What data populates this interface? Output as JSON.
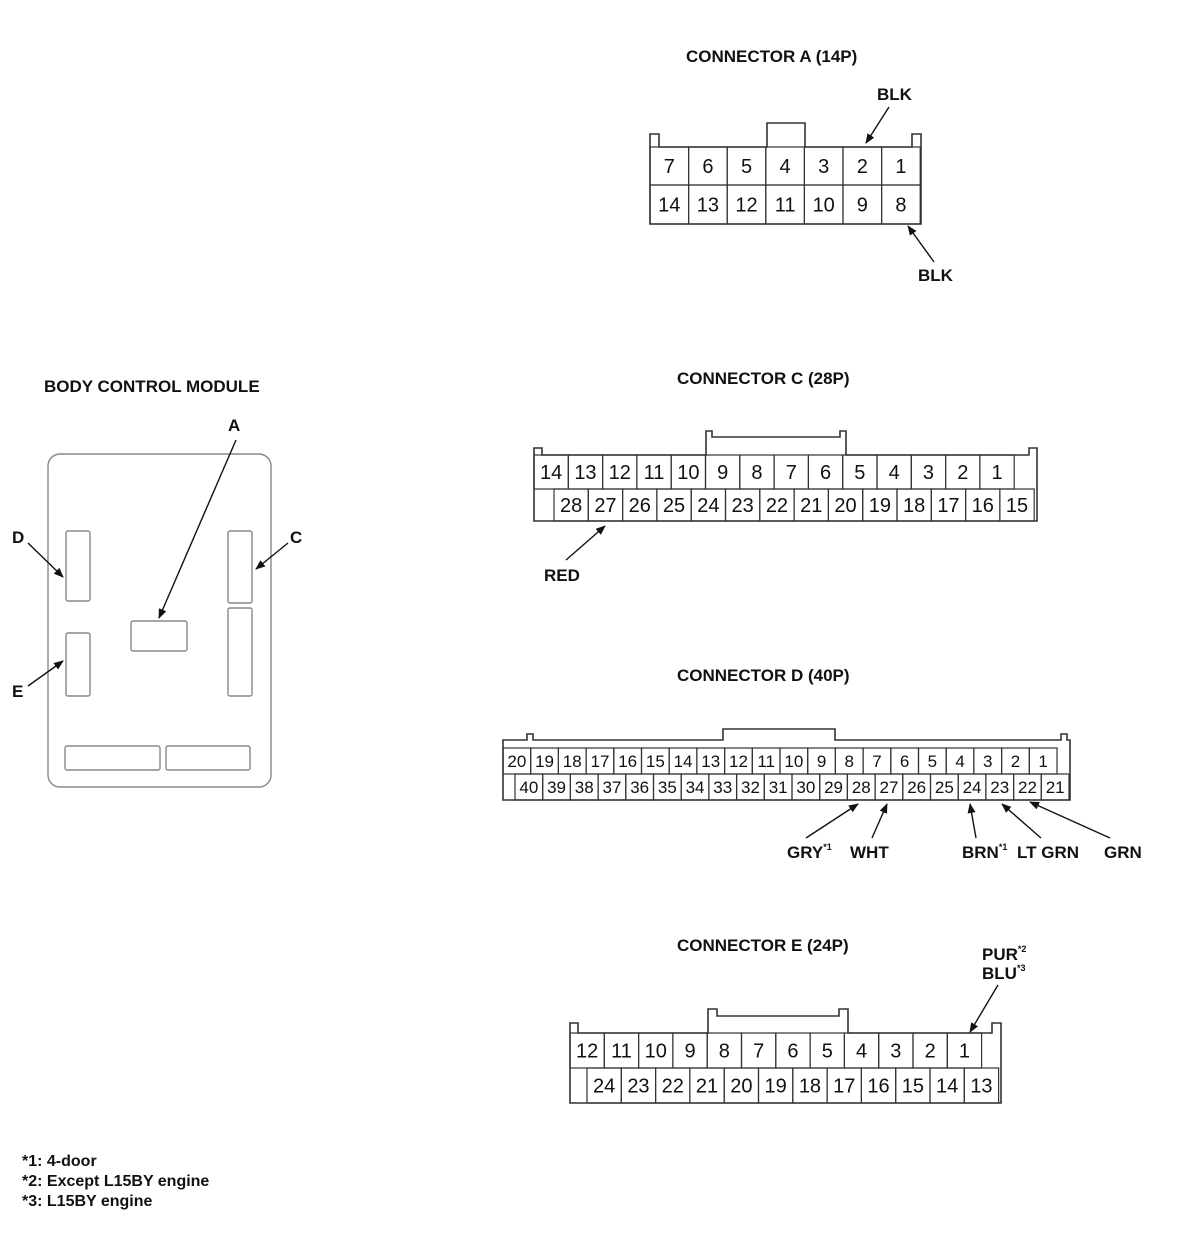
{
  "bcm": {
    "title": "BODY CONTROL MODULE",
    "callouts": {
      "a": "A",
      "c": "C",
      "d": "D",
      "e": "E"
    }
  },
  "connector_a": {
    "title": "CONNECTOR A (14P)",
    "top_row": [
      "7",
      "6",
      "5",
      "4",
      "3",
      "2",
      "1"
    ],
    "bottom_row": [
      "14",
      "13",
      "12",
      "11",
      "10",
      "9",
      "8"
    ],
    "wires": {
      "pin2": "BLK",
      "pin8": "BLK"
    }
  },
  "connector_c": {
    "title": "CONNECTOR C (28P)",
    "top_row": [
      "14",
      "13",
      "12",
      "11",
      "10",
      "9",
      "8",
      "7",
      "6",
      "5",
      "4",
      "3",
      "2",
      "1"
    ],
    "bottom_row": [
      "28",
      "27",
      "26",
      "25",
      "24",
      "23",
      "22",
      "21",
      "20",
      "19",
      "18",
      "17",
      "16",
      "15"
    ],
    "wires": {
      "pin27": "RED"
    }
  },
  "connector_d": {
    "title": "CONNECTOR D (40P)",
    "top_row": [
      "20",
      "19",
      "18",
      "17",
      "16",
      "15",
      "14",
      "13",
      "12",
      "11",
      "10",
      "9",
      "8",
      "7",
      "6",
      "5",
      "4",
      "3",
      "2",
      "1"
    ],
    "bottom_row": [
      "40",
      "39",
      "38",
      "37",
      "36",
      "35",
      "34",
      "33",
      "32",
      "31",
      "30",
      "29",
      "28",
      "27",
      "26",
      "25",
      "24",
      "23",
      "22",
      "21"
    ],
    "wires": {
      "pin28": "GRY",
      "pin28_note": "*1",
      "pin27": "WHT",
      "pin24": "BRN",
      "pin24_note": "*1",
      "pin23": "LT GRN",
      "pin22": "GRN"
    }
  },
  "connector_e": {
    "title": "CONNECTOR E (24P)",
    "top_row": [
      "12",
      "11",
      "10",
      "9",
      "8",
      "7",
      "6",
      "5",
      "4",
      "3",
      "2",
      "1"
    ],
    "bottom_row": [
      "24",
      "23",
      "22",
      "21",
      "20",
      "19",
      "18",
      "17",
      "16",
      "15",
      "14",
      "13"
    ],
    "wires": {
      "pin1_a": "PUR",
      "pin1_a_note": "*2",
      "pin1_b": "BLU",
      "pin1_b_note": "*3"
    }
  },
  "footnotes": [
    "*1: 4-door",
    "*2: Except L15BY engine",
    "*3: L15BY engine"
  ]
}
